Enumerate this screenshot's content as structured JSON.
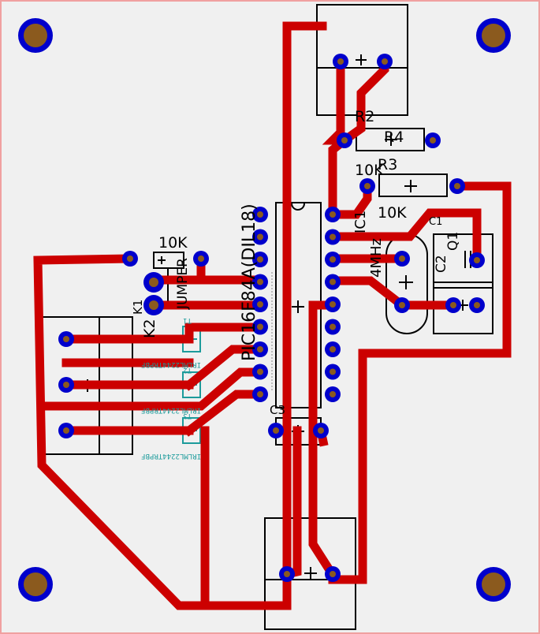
{
  "colors": {
    "board": "#f0f0f0",
    "outline": "#f0a0a0",
    "trace": "#cc0000",
    "pad_ring": "#0000cc",
    "pad_hole": "#8b5a1e",
    "silkscreen": "#000000",
    "smd_label": "#1c9b9b"
  },
  "components": {
    "ic1": {
      "ref": "IC1",
      "value": "PIC16F84A(DIL18)"
    },
    "r2": {
      "ref": "R2",
      "value": "10K"
    },
    "r3": {
      "ref": "R3",
      "value": "10K"
    },
    "r4": {
      "ref": "R4",
      "value": "10K"
    },
    "q1": {
      "ref": "Q1",
      "value": "4MHz"
    },
    "c1": {
      "ref": "C1"
    },
    "c2": {
      "ref": "C2"
    },
    "c3": {
      "ref": "C3"
    },
    "k1": {
      "ref": "K1"
    },
    "k2": {
      "ref": "K2"
    },
    "jumper": {
      "ref": "JUMPER"
    },
    "t1": {
      "ref": "T1",
      "value": "IRLML2244TRPBF"
    },
    "t2": {
      "ref": "T2",
      "value": "IRLML2244TRPBF"
    },
    "t3": {
      "ref": "T3",
      "value": "IRLML2244TRPBF"
    }
  }
}
